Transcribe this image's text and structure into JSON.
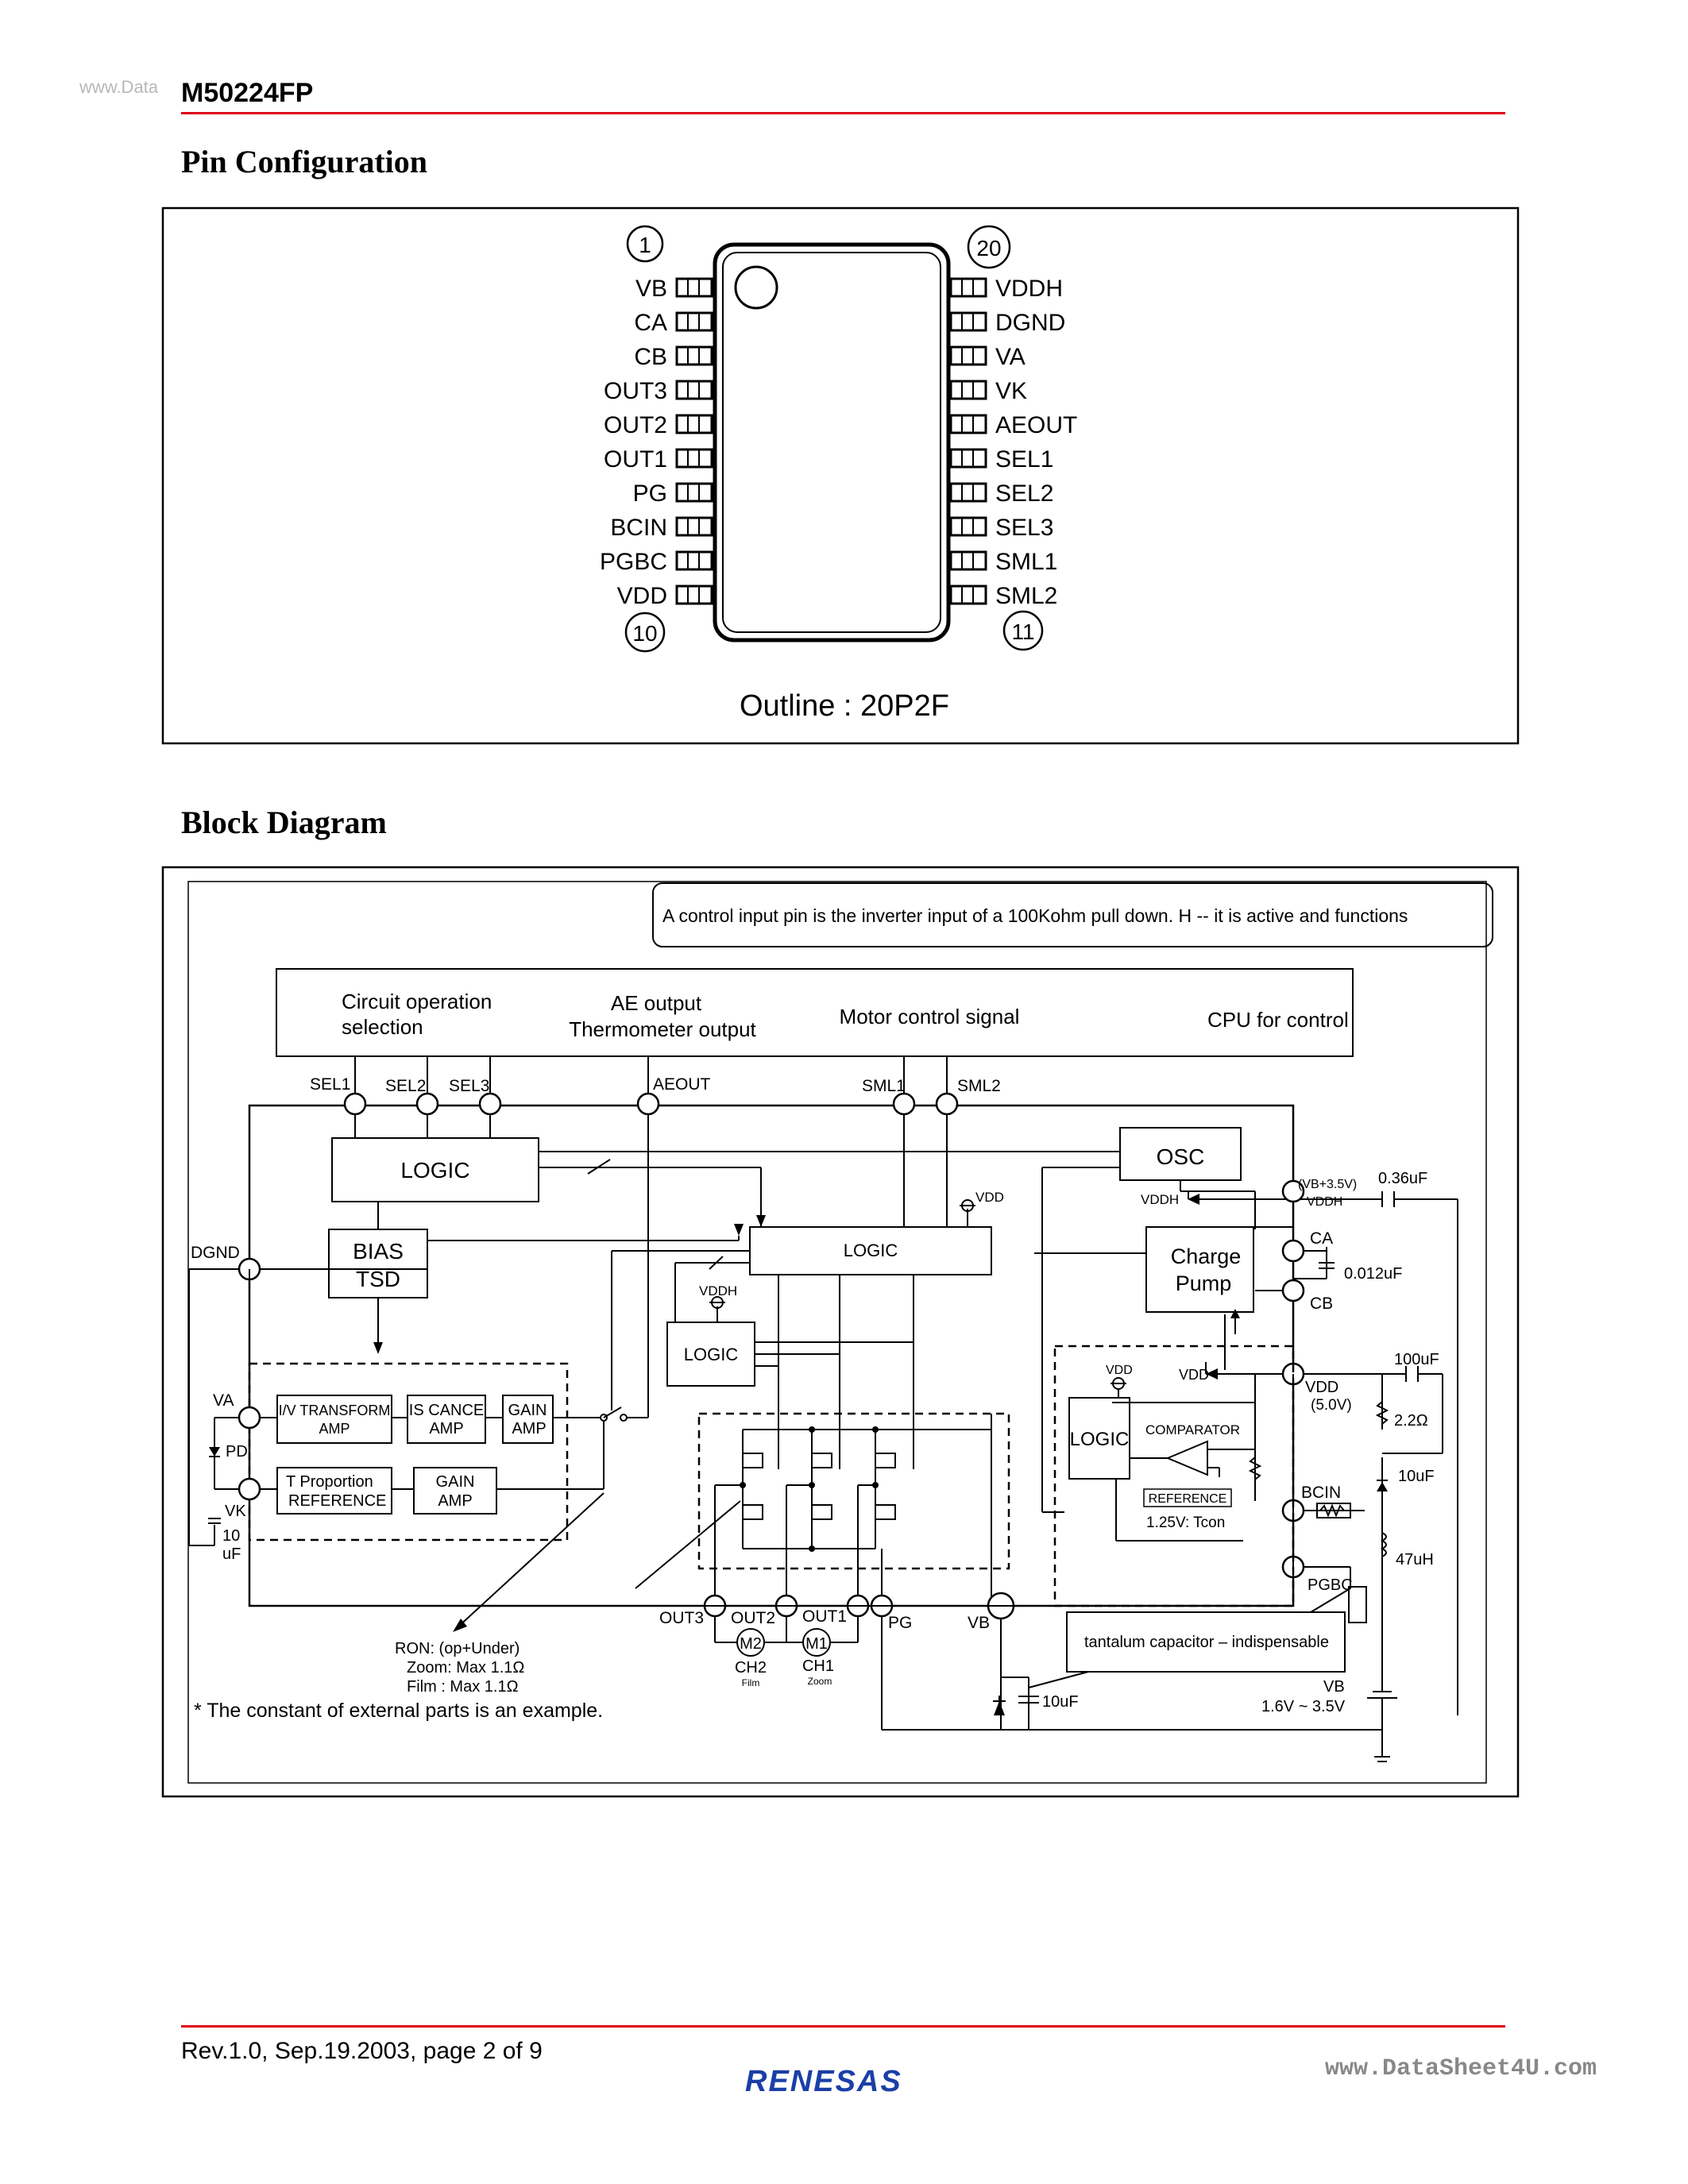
{
  "header": {
    "watermark": "www.Data",
    "doc_id": "M50224FP"
  },
  "pin_config": {
    "title": "Pin Configuration",
    "first_pin_number": "1",
    "last_pin_number_top": "20",
    "pin10_number": "10",
    "pin11_number": "11",
    "left_pins": [
      "VB",
      "CA",
      "CB",
      "OUT3",
      "OUT2",
      "OUT1",
      "PG",
      "BCIN",
      "PGBC",
      "VDD"
    ],
    "right_pins": [
      "VDDH",
      "DGND",
      "VA",
      "VK",
      "AEOUT",
      "SEL1",
      "SEL2",
      "SEL3",
      "SML1",
      "SML2"
    ],
    "outline": "Outline : 20P2F"
  },
  "block_diagram": {
    "title": "Block Diagram",
    "note": "A control input pin is the inverter input of a 100Kohm pull down.   H -- it is active and functions",
    "cpu_box": {
      "circuit_op_line1": "Circuit operation",
      "circuit_op_line2": "selection",
      "ae_line1": "AE output",
      "ae_line2": "Thermometer output",
      "motor": "Motor control signal",
      "cpu": "CPU for control"
    },
    "pins": {
      "sel1": "SEL1",
      "sel2": "SEL2",
      "sel3": "SEL3",
      "aeout": "AEOUT",
      "sml1": "SML1",
      "sml2": "SML2",
      "dgnd": "DGND",
      "va": "VA",
      "vk": "VK",
      "pd": "PD",
      "cap_vk_1": "10",
      "cap_vk_2": "uF",
      "out3": "OUT3",
      "out2": "OUT2",
      "out1": "OUT1",
      "pg": "PG",
      "vb": "VB",
      "vdd_top": "VDD",
      "vddh_small": "VDDH",
      "vddh_arrow": "VDDH",
      "vb_plus": "(VB+3.5V)",
      "vddh_right": "VDDH",
      "cap_036": "0.36uF",
      "ca": "CA",
      "cb": "CB",
      "cap_0012": "0.012uF",
      "vdd_small": "VDD",
      "vdd_arrow": "VDD",
      "vdd_pin": "VDD",
      "vdd_5v": "(5.0V)",
      "cap_100": "100uF",
      "res_22": "2.2Ω",
      "cap_10": "10uF",
      "bcin": "BCIN",
      "ind_47": "47uH",
      "pgbc": "PGBC",
      "m2": "M2",
      "m1": "M1",
      "ch2": "CH2",
      "film_small": "Film",
      "ch1": "CH1",
      "zoom_small": "Zoom",
      "cap_10b": "10uF",
      "vb_batt": "VB",
      "vb_range": "1.6V ~ 3.5V"
    },
    "blocks": {
      "logic1": "LOGIC",
      "osc": "OSC",
      "bias": "BIAS",
      "tsd": "TSD",
      "logic2": "LOGIC",
      "logic3": "LOGIC",
      "charge1": "Charge",
      "charge2": "Pump",
      "iv1": "I/V TRANSFORM",
      "iv2": "AMP",
      "is1": "IS CANCE",
      "is2": "AMP",
      "gain1a": "GAIN",
      "gain1b": "AMP",
      "tprop1": "T Proportion",
      "tprop2": "REFERENCE",
      "gain2a": "GAIN",
      "gain2b": "AMP",
      "logic4": "LOGIC",
      "comparator": "COMPARATOR",
      "reference": "REFERENCE",
      "ref_voltage": "1.25V: Tcon",
      "tantalum": "tantalum capacitor – indispensable"
    },
    "ron": {
      "line1": "RON:  (op+Under)",
      "line2": "Zoom:  Max 1.1Ω",
      "line3": "Film  :  Max 1.1Ω"
    },
    "footnote": "*  The constant of external parts is an example."
  },
  "footer": {
    "rev": "Rev.1.0,  Sep.19.2003,  page 2 of 9",
    "logo": "RENESAS",
    "watermark": "www.DataSheet4U.com"
  }
}
